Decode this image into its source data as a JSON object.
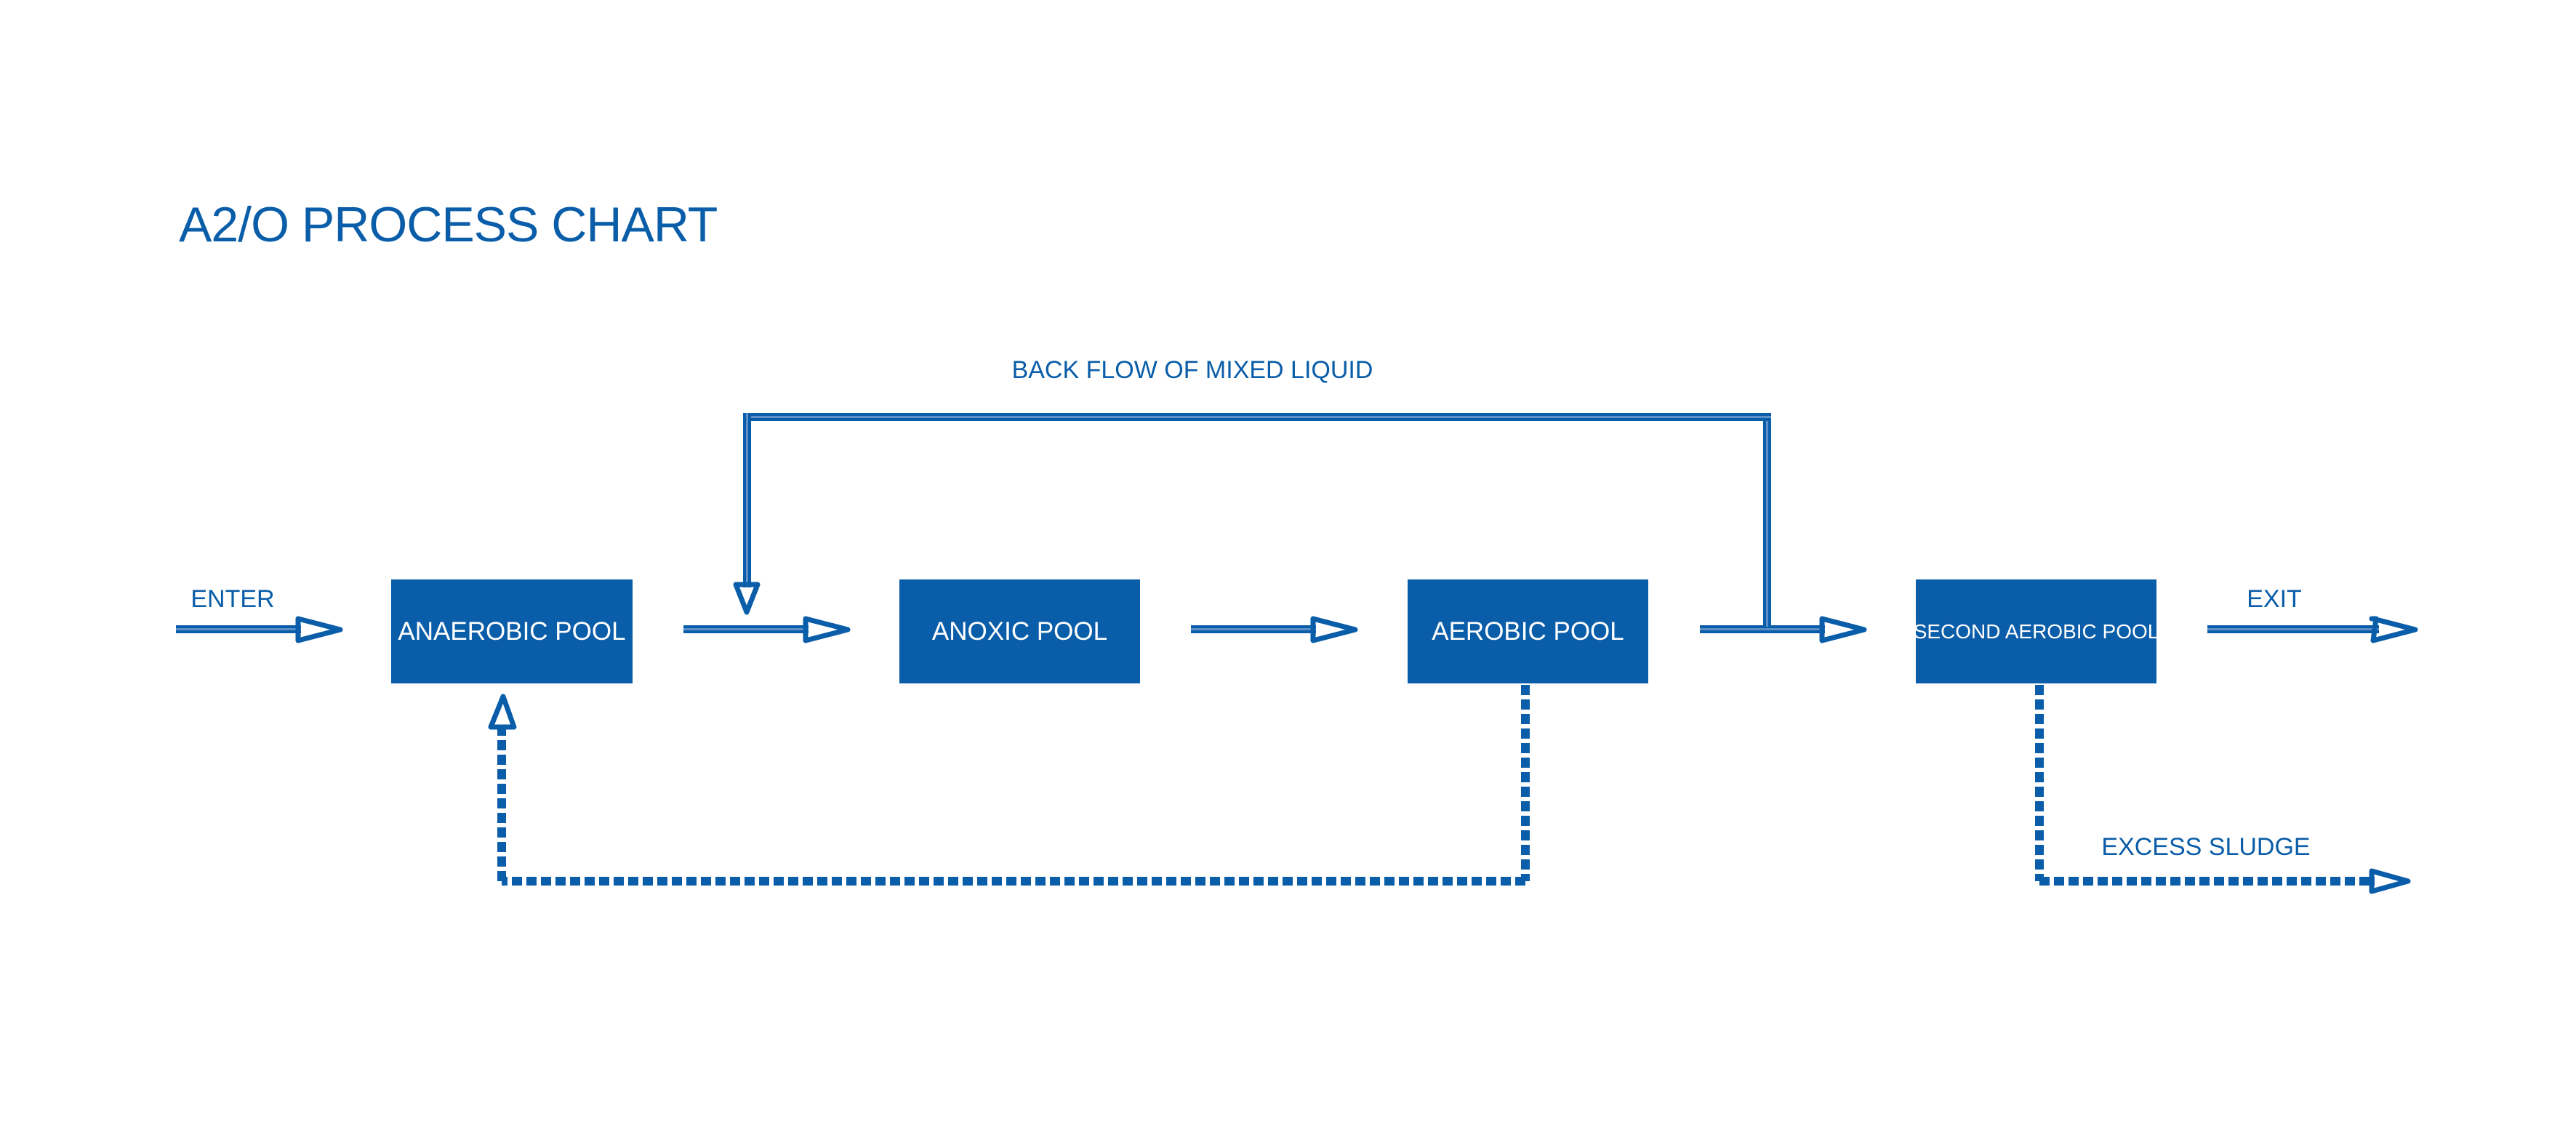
{
  "title": "A2/O PROCESS CHART",
  "colors": {
    "primary": "#0a5da8",
    "box_text": "#ffffff",
    "background": "#ffffff"
  },
  "labels": {
    "enter": "ENTER",
    "exit": "EXIT",
    "back_flow": "BACK FLOW OF MIXED LIQUID",
    "excess_sludge": "EXCESS SLUDGE"
  },
  "pools": [
    {
      "id": "anaerobic",
      "label": "ANAEROBIC POOL"
    },
    {
      "id": "anoxic",
      "label": "ANOXIC POOL"
    },
    {
      "id": "aerobic",
      "label": "AEROBIC POOL"
    },
    {
      "id": "second-aerobic",
      "label": "SECOND AEROBIC POOL"
    }
  ],
  "flows": [
    {
      "from": "inlet",
      "to": "anaerobic",
      "style": "solid"
    },
    {
      "from": "anaerobic",
      "to": "anoxic",
      "style": "solid"
    },
    {
      "from": "anoxic",
      "to": "aerobic",
      "style": "solid"
    },
    {
      "from": "aerobic",
      "to": "second-aerobic",
      "style": "solid"
    },
    {
      "from": "second-aerobic",
      "to": "outlet",
      "style": "solid"
    },
    {
      "from": "aerobic",
      "to": "anoxic",
      "style": "solid",
      "label_key": "back_flow"
    },
    {
      "from": "aerobic",
      "to": "anaerobic",
      "style": "dashed"
    },
    {
      "from": "second-aerobic",
      "to": "excess-sludge",
      "style": "dashed",
      "label_key": "excess_sludge"
    }
  ]
}
